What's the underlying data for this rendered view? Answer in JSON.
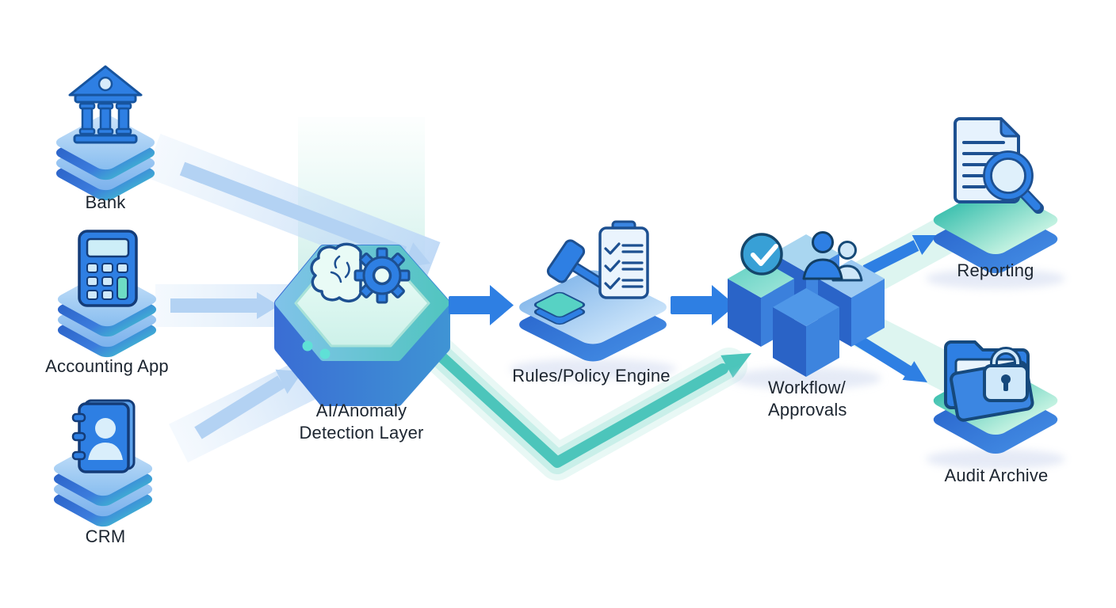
{
  "diagram": {
    "background": "#ffffff",
    "nodes": {
      "bank": {
        "label": "Bank",
        "icon": "bank-building-icon"
      },
      "accounting_app": {
        "label": "Accounting App",
        "icon": "calculator-icon"
      },
      "crm": {
        "label": "CRM",
        "icon": "contact-book-icon"
      },
      "ai_layer": {
        "label_line1": "AI/Anomaly",
        "label_line2": "Detection Layer",
        "icon": "brain-gear-icon"
      },
      "rules_engine": {
        "label": "Rules/Policy Engine",
        "icon": "gavel-checklist-icon"
      },
      "workflow": {
        "label_line1": "Workflow/",
        "label_line2": "Approvals",
        "icon": "puzzle-check-people-icon"
      },
      "reporting": {
        "label": "Reporting",
        "icon": "document-magnifier-icon"
      },
      "audit_archive": {
        "label": "Audit Archive",
        "icon": "folder-lock-icon"
      }
    },
    "edges": [
      {
        "from": "Bank",
        "to": "AI/Anomaly Detection Layer",
        "style": "light-blue-band"
      },
      {
        "from": "Accounting App",
        "to": "AI/Anomaly Detection Layer",
        "style": "light-blue-band"
      },
      {
        "from": "CRM",
        "to": "AI/Anomaly Detection Layer",
        "style": "light-blue-band"
      },
      {
        "from": "AI/Anomaly Detection Layer",
        "to": "Rules/Policy Engine",
        "style": "solid-blue-arrow"
      },
      {
        "from": "Rules/Policy Engine",
        "to": "Workflow/Approvals",
        "style": "solid-blue-arrow"
      },
      {
        "from": "AI/Anomaly Detection Layer",
        "to": "Workflow/Approvals",
        "style": "teal-bypass-arrow"
      },
      {
        "from": "Workflow/Approvals",
        "to": "Reporting",
        "style": "blue-arrow-on-teal-band"
      },
      {
        "from": "Workflow/Approvals",
        "to": "Audit Archive",
        "style": "blue-arrow-on-teal-band"
      }
    ],
    "colors": {
      "primary_blue": "#2e7fe3",
      "navy_outline": "#1d5091",
      "light_blue_band": "#c9def7",
      "inner_band_arrow": "#b3d2f3",
      "teal": "#4cc5bb",
      "mint": "#d7f3ed",
      "platform_side_blue": "#2f6fd6",
      "label_text": "#1c2530"
    }
  }
}
